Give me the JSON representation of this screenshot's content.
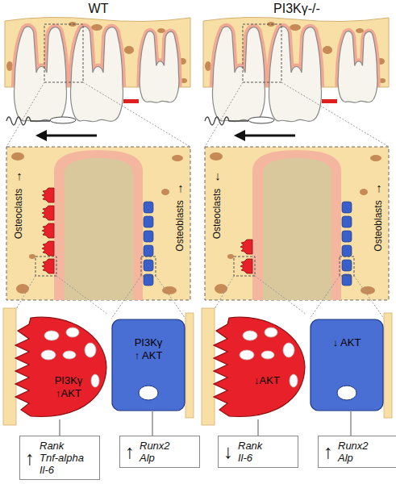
{
  "diagram": {
    "nodes": [
      {
        "text": [
          "PI3Kγ",
          "↑AKT"
        ]
      },
      {
        "text": [
          "PI3Kγ",
          "↑ AKT"
        ]
      },
      {
        "text": [
          "↓AKT"
        ]
      },
      {
        "text": [
          "↓ AKT"
        ]
      },
      {
        "text": [
          "↑",
          "Rank Tnf-alpha Il-6"
        ]
      },
      {
        "text": [
          "↑",
          "Runx2 Alp"
        ]
      },
      {
        "text": [
          "↓",
          "Rank Il-6"
        ]
      },
      {
        "text": [
          "↑",
          "Runx2 Alp"
        ]
      }
    ],
    "edges": [
      {
        "from": 0,
        "to": 4,
        "arrow": "none"
      },
      {
        "from": 1,
        "to": 5,
        "arrow": "none"
      },
      {
        "from": 2,
        "to": 6,
        "arrow": "none"
      },
      {
        "from": 3,
        "to": 7,
        "arrow": "none"
      }
    ],
    "labels": [
      "WT",
      "PI3Kγ-/-",
      "Osteoclasts",
      "↑",
      "Osteoblasts",
      "↑",
      "Osteoclasts",
      "↓",
      "Osteoblasts",
      "↑"
    ]
  }
}
